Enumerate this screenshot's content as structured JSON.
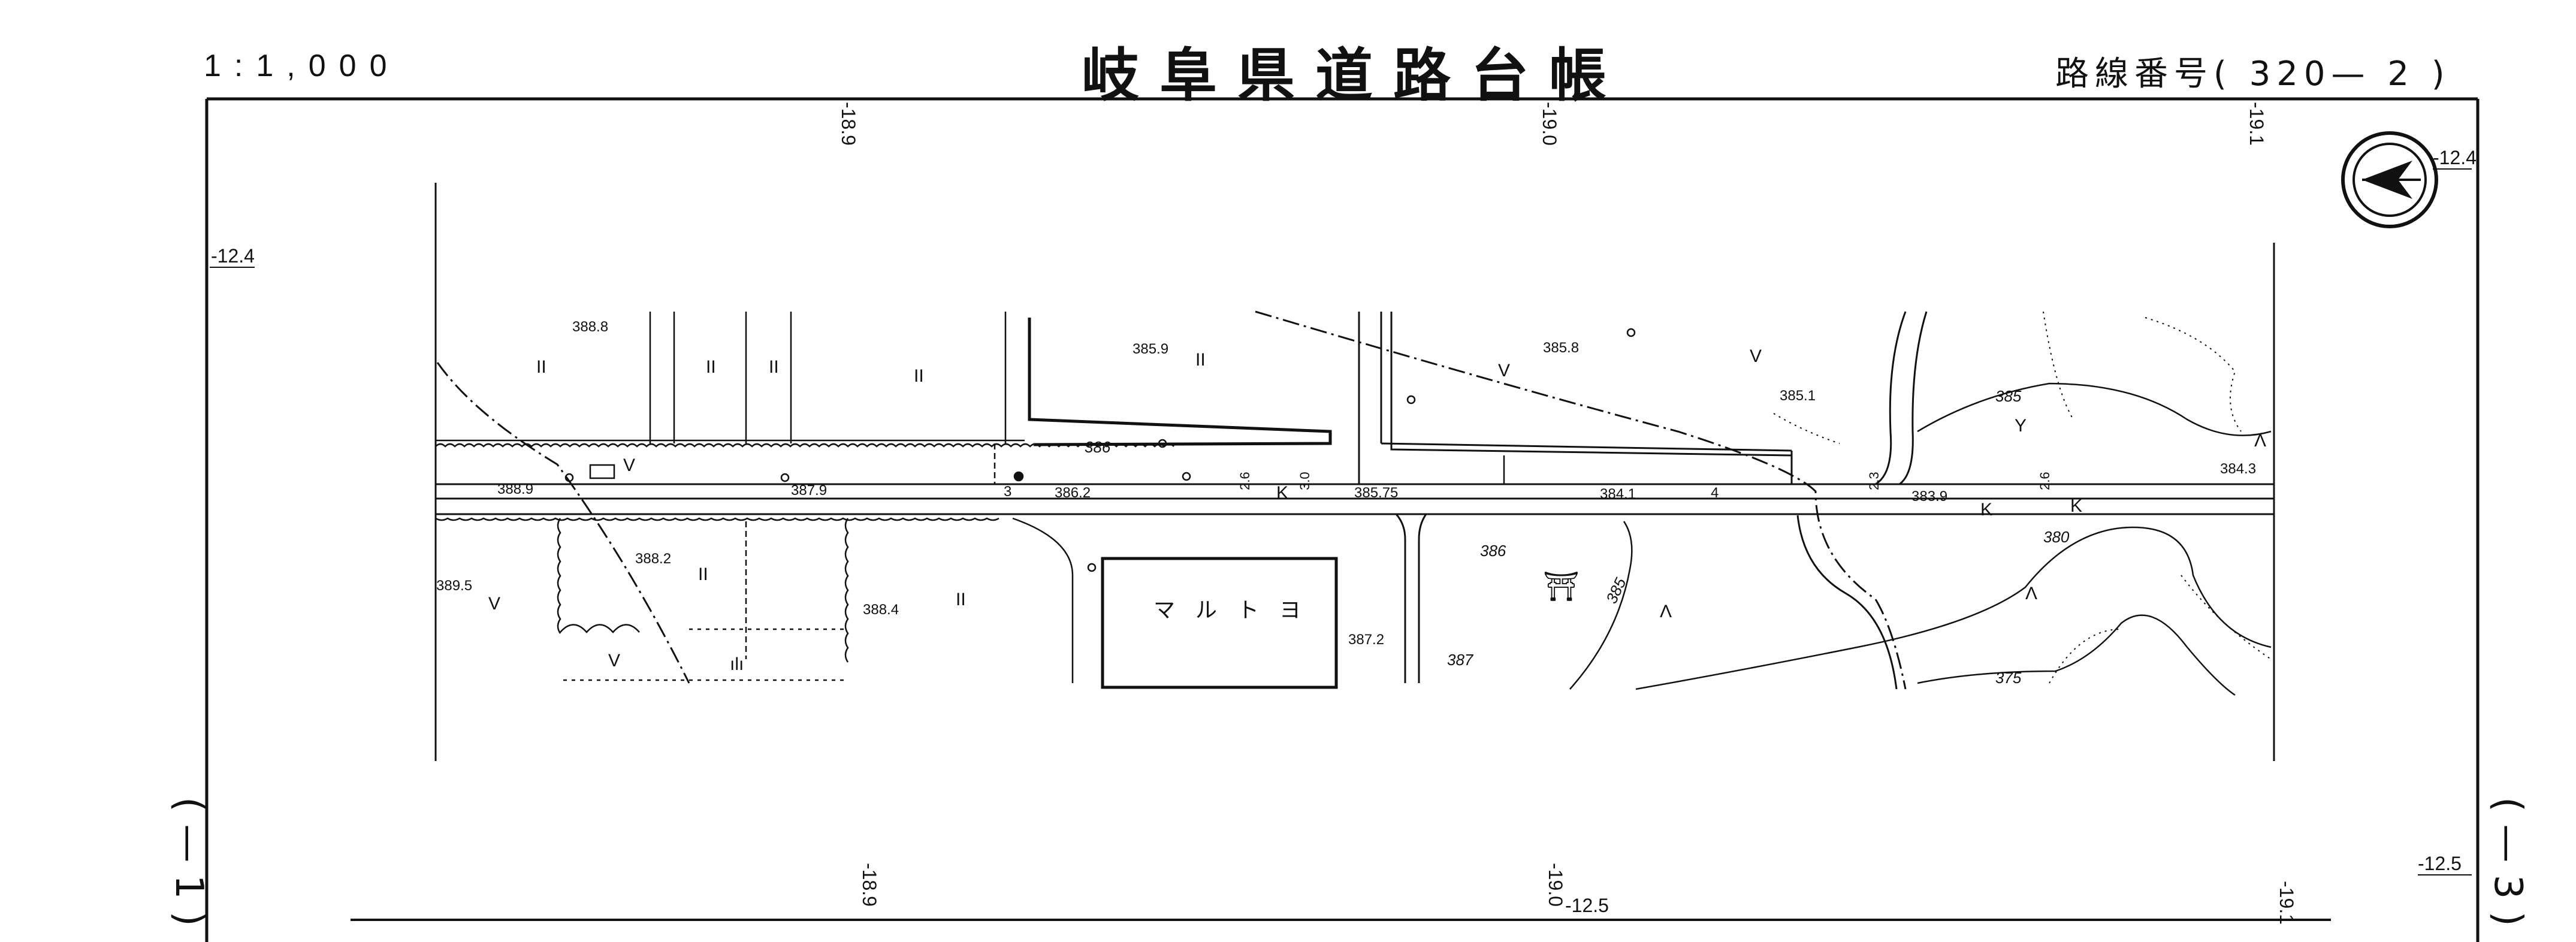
{
  "header": {
    "scale": "1:1,000",
    "title": "岐阜県道路台帳",
    "route_label": "路線番号",
    "route_number": "( 320— 2 )"
  },
  "sheet": {
    "left": "( — 1 )",
    "right": "( — 3 )"
  },
  "grid_ticks": {
    "top": [
      "-18.9",
      "-19.0",
      "-19.1"
    ],
    "bottom": [
      "-18.9",
      "-19.0",
      "-19.1"
    ],
    "left": "-12.4",
    "right_top": "-12.4",
    "right_bottom": "-12.5",
    "bottom_mid": "-12.5"
  },
  "building": {
    "name": "マルトヨ"
  },
  "road_labels": [
    "K",
    "K",
    "K"
  ],
  "spot_heights": [
    {
      "value": "388.8"
    },
    {
      "value": "385.9"
    },
    {
      "value": "385.8"
    },
    {
      "value": "385.1"
    },
    {
      "value": "384.3"
    },
    {
      "value": "388.9"
    },
    {
      "value": "387.9"
    },
    {
      "value": "386.2"
    },
    {
      "value": "385.75"
    },
    {
      "value": "384.1"
    },
    {
      "value": "383.9"
    },
    {
      "value": "388.2"
    },
    {
      "value": "389.5"
    },
    {
      "value": "388.4"
    },
    {
      "value": "387.2"
    }
  ],
  "contours": [
    {
      "value": "385"
    },
    {
      "value": "386"
    },
    {
      "value": "386"
    },
    {
      "value": "385"
    },
    {
      "value": "387"
    },
    {
      "value": "380"
    },
    {
      "value": "375"
    }
  ],
  "road_widths": [
    "3",
    "4",
    "2.6",
    "3.0",
    "2.3",
    "2.6"
  ],
  "symbols": {
    "field": "II",
    "paddy": "V",
    "forest": "Λ",
    "orchard": "Y",
    "wasteland": "ılı",
    "shrine": "⛩"
  },
  "north_arrow": "north-arrow-icon",
  "colors": {
    "ink": "#111111",
    "paper": "#ffffff"
  }
}
